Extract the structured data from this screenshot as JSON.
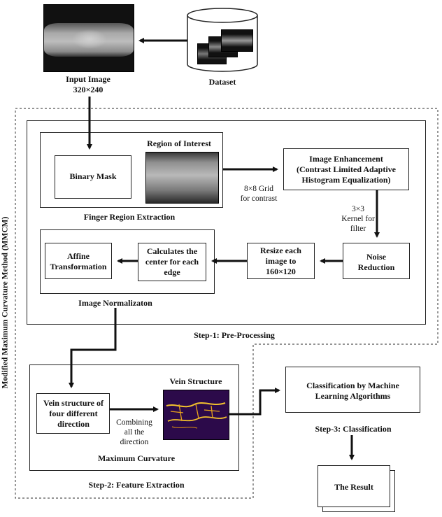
{
  "input_image": {
    "title": "Input Image",
    "size": "320×240"
  },
  "dataset": {
    "label": "Dataset"
  },
  "method_label": "Modified Maximum Curvature Method (MMCM)",
  "preprocessing": {
    "step_label": "Step-1: Pre-Processing",
    "finger_region": {
      "caption": "Finger Region Extraction",
      "binary_mask": "Binary Mask",
      "roi_title": "Region of Interest"
    },
    "enhancement": {
      "line1": "Image Enhancement",
      "line2": "(Contrast Limited Adaptive",
      "line3": "Histogram Equalization)"
    },
    "grid_note": {
      "line1": "8×8 Grid",
      "line2": "for contrast"
    },
    "kernel_note": {
      "line1": "3×3",
      "line2": "Kernel for",
      "line3": "filter"
    },
    "noise": {
      "line1": "Noise",
      "line2": "Reduction"
    },
    "resize": {
      "line1": "Resize each",
      "line2": "image to",
      "line3": "160×120"
    },
    "center": {
      "line1": "Calculates the",
      "line2": "center for each",
      "line3": "edge"
    },
    "affine": {
      "line1": "Affine",
      "line2": "Transformation"
    },
    "normalization_caption": "Image Normalizaton"
  },
  "feature": {
    "step_label": "Step-2: Feature Extraction",
    "vein_dir": {
      "line1": "Vein structure of",
      "line2": "four different",
      "line3": "direction"
    },
    "combining": {
      "line1": "Combining",
      "line2": "all the",
      "line3": "direction"
    },
    "vein_title": "Vein Structure",
    "max_curv": "Maximum Curvature"
  },
  "classification": {
    "box": {
      "line1": "Classification by Machine",
      "line2": "Learning Algorithms"
    },
    "step_label": "Step-3: Classification",
    "result": "The Result"
  }
}
